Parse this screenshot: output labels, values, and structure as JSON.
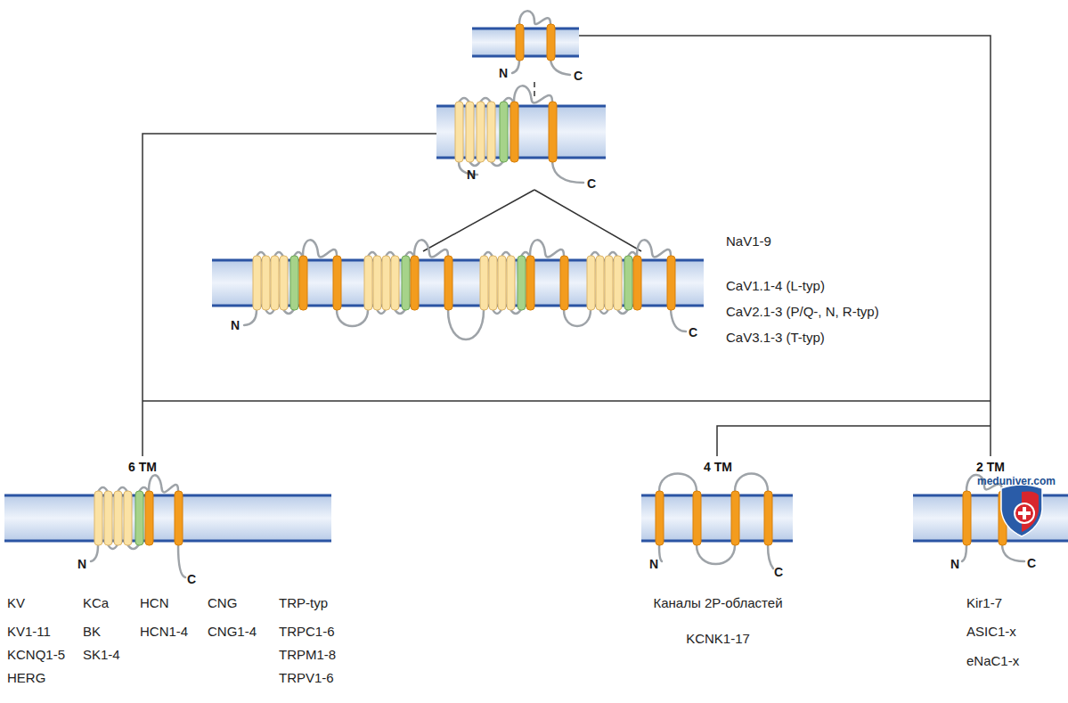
{
  "diagram": {
    "nodes": [
      {
        "text": [
          "6 TM"
        ]
      },
      {
        "text": [
          "4 TM"
        ]
      },
      {
        "text": [
          "2 TM"
        ]
      }
    ],
    "labels": [
      "NaV1-9",
      "CaV1.1-4 (L-typ)",
      "CaV2.1-3 (P/Q-, N, R-typ)",
      "CaV3.1-3 (T-typ)",
      "N",
      "C",
      "N",
      "C",
      "N",
      "C",
      "N",
      "C",
      "N",
      "C",
      "N",
      "C",
      "KV",
      "KV1-11",
      "KCNQ1-5",
      "HERG",
      "KCa",
      "BK",
      "SK1-4",
      "HCN",
      "HCN1-4",
      "CNG",
      "CNG1-4",
      "TRP-typ",
      "TRPC1-6",
      "TRPM1-8",
      "TRPV1-6",
      "Каналы 2P-областей",
      "KCNK1-17",
      "Kir1-7",
      "ASIC1-x",
      "eNaC1-x",
      "meduniver.com"
    ]
  }
}
